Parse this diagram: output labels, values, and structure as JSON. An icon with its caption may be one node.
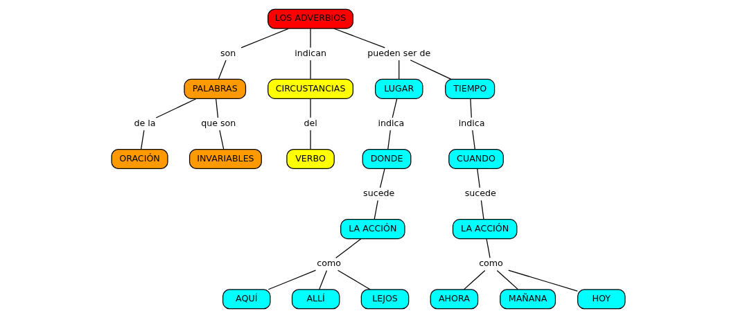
{
  "diagram": {
    "nodes": [
      {
        "text": [
          "LOS ADVERBIOS"
        ]
      },
      {
        "text": [
          "son"
        ]
      },
      {
        "text": [
          "indican"
        ]
      },
      {
        "text": [
          "pueden ser de"
        ]
      },
      {
        "text": [
          "PALABRAS"
        ]
      },
      {
        "text": [
          "CIRCUSTANCIAS"
        ]
      },
      {
        "text": [
          "LUGAR"
        ]
      },
      {
        "text": [
          "TIEMPO"
        ]
      },
      {
        "text": [
          "de la"
        ]
      },
      {
        "text": [
          "que son"
        ]
      },
      {
        "text": [
          "del"
        ]
      },
      {
        "text": [
          "indica"
        ]
      },
      {
        "text": [
          "indica"
        ]
      },
      {
        "text": [
          "ORACIÓN"
        ]
      },
      {
        "text": [
          "INVARIABLES"
        ]
      },
      {
        "text": [
          "VERBO"
        ]
      },
      {
        "text": [
          "DONDE"
        ]
      },
      {
        "text": [
          "CUANDO"
        ]
      },
      {
        "text": [
          "sucede"
        ]
      },
      {
        "text": [
          "sucede"
        ]
      },
      {
        "text": [
          "LA ACCIÓN"
        ]
      },
      {
        "text": [
          "LA ACCIÓN"
        ]
      },
      {
        "text": [
          "como"
        ]
      },
      {
        "text": [
          "como"
        ]
      },
      {
        "text": [
          "AQUÍ"
        ]
      },
      {
        "text": [
          "ALLÍ"
        ]
      },
      {
        "text": [
          "LEJOS"
        ]
      },
      {
        "text": [
          "AHORA"
        ]
      },
      {
        "text": [
          "MAÑANA"
        ]
      },
      {
        "text": [
          "HOY"
        ]
      }
    ],
    "edges": [
      {
        "from": 0,
        "to": 1,
        "arrow": "none"
      },
      {
        "from": 1,
        "to": 4,
        "arrow": "none"
      },
      {
        "from": 0,
        "to": 2,
        "arrow": "none"
      },
      {
        "from": 2,
        "to": 5,
        "arrow": "none"
      },
      {
        "from": 0,
        "to": 3,
        "arrow": "none"
      },
      {
        "from": 3,
        "to": 6,
        "arrow": "none"
      },
      {
        "from": 3,
        "to": 7,
        "arrow": "none"
      },
      {
        "from": 4,
        "to": 8,
        "arrow": "none"
      },
      {
        "from": 8,
        "to": 13,
        "arrow": "none"
      },
      {
        "from": 4,
        "to": 9,
        "arrow": "none"
      },
      {
        "from": 9,
        "to": 14,
        "arrow": "none"
      },
      {
        "from": 5,
        "to": 10,
        "arrow": "none"
      },
      {
        "from": 10,
        "to": 15,
        "arrow": "none"
      },
      {
        "from": 6,
        "to": 11,
        "arrow": "none"
      },
      {
        "from": 11,
        "to": 16,
        "arrow": "none"
      },
      {
        "from": 7,
        "to": 12,
        "arrow": "none"
      },
      {
        "from": 12,
        "to": 17,
        "arrow": "none"
      },
      {
        "from": 16,
        "to": 18,
        "arrow": "none"
      },
      {
        "from": 18,
        "to": 20,
        "arrow": "none"
      },
      {
        "from": 17,
        "to": 19,
        "arrow": "none"
      },
      {
        "from": 19,
        "to": 21,
        "arrow": "none"
      },
      {
        "from": 20,
        "to": 22,
        "arrow": "none"
      },
      {
        "from": 22,
        "to": 24,
        "arrow": "none"
      },
      {
        "from": 22,
        "to": 25,
        "arrow": "none"
      },
      {
        "from": 22,
        "to": 26,
        "arrow": "none"
      },
      {
        "from": 21,
        "to": 23,
        "arrow": "none"
      },
      {
        "from": 23,
        "to": 27,
        "arrow": "none"
      },
      {
        "from": 23,
        "to": 28,
        "arrow": "none"
      },
      {
        "from": 23,
        "to": 29,
        "arrow": "none"
      }
    ]
  }
}
